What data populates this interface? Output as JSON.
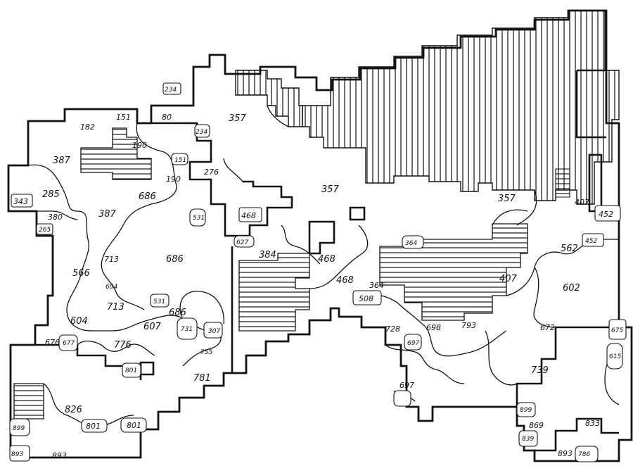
{
  "diagram": {
    "style": "hand-drawn cellular region map with hatched zones",
    "colors": {
      "ink": "#111111",
      "paper": "#ffffff"
    },
    "labels": {
      "r357a": "357",
      "r357b": "357",
      "r357c": "357",
      "r234": "234",
      "r80": "80",
      "r234b": "234",
      "r151a": "151",
      "r182": "182",
      "r190a": "190",
      "r387a": "387",
      "r151b": "151",
      "r276": "276",
      "r190b": "190",
      "r285": "285",
      "r343": "343",
      "r686a": "686",
      "r380": "380",
      "r265": "265",
      "r387b": "387",
      "r531a": "531",
      "r468a": "468",
      "r407a": "407",
      "r452a": "452",
      "r627": "627",
      "r384": "384",
      "r468b": "468",
      "r364a": "364",
      "r452b": "452",
      "r562": "562",
      "r713a": "713",
      "r686b": "686",
      "r566": "566",
      "r468c": "468",
      "r407b": "407",
      "r364b": "364",
      "r602": "602",
      "r604a": "604",
      "r508": "508",
      "r713b": "713",
      "r531b": "531",
      "r686c": "686",
      "r604b": "604",
      "r607": "607",
      "r731": "731",
      "r307": "307",
      "r672": "672",
      "r675": "675",
      "r676": "676",
      "r677": "677",
      "r776": "776",
      "r728": "728",
      "r697a": "697",
      "r698": "698",
      "r793": "793",
      "r755": "755",
      "r615": "615",
      "r801a": "801",
      "r781": "781",
      "r739": "739",
      "r697b": "697",
      "r826": "826",
      "r899a": "899",
      "r801b": "801",
      "r801c": "801",
      "r899b": "899",
      "r869": "869",
      "r833": "833",
      "r839": "839",
      "r893a": "893",
      "r893b": "893",
      "r786": "786",
      "r893c": "893"
    }
  }
}
